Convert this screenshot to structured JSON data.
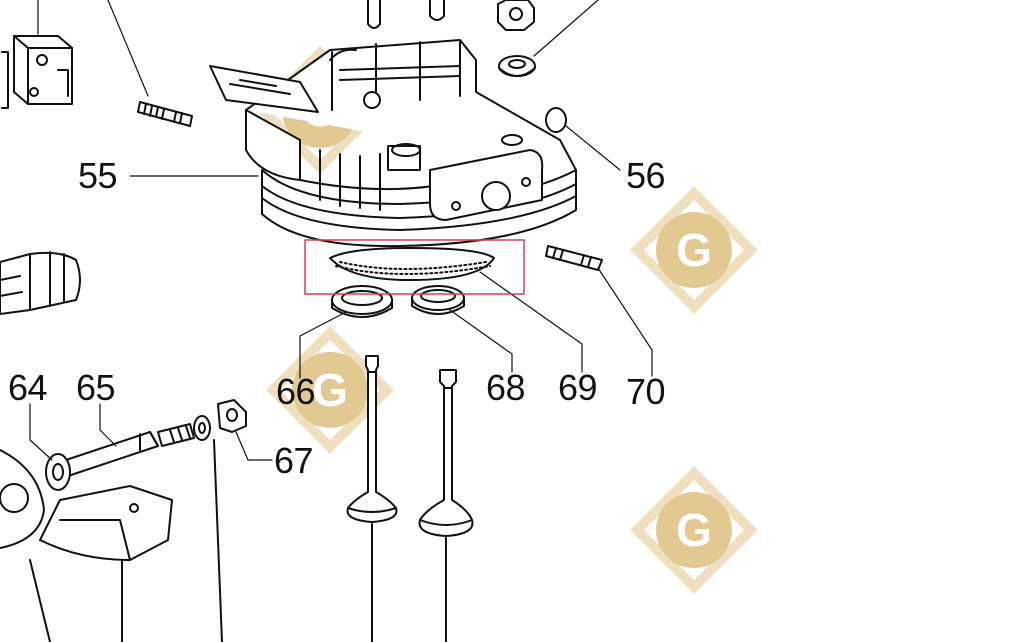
{
  "diagram": {
    "callouts": {
      "c55": "55",
      "c56": "56",
      "c64": "64",
      "c65": "65",
      "c66": "66",
      "c67": "67",
      "c68": "68",
      "c69": "69",
      "c70": "70"
    },
    "watermark_brand_letter": "G",
    "colors": {
      "ink": "#111111",
      "highlight": "#cc4455",
      "watermark": "#e6d0a2"
    }
  }
}
